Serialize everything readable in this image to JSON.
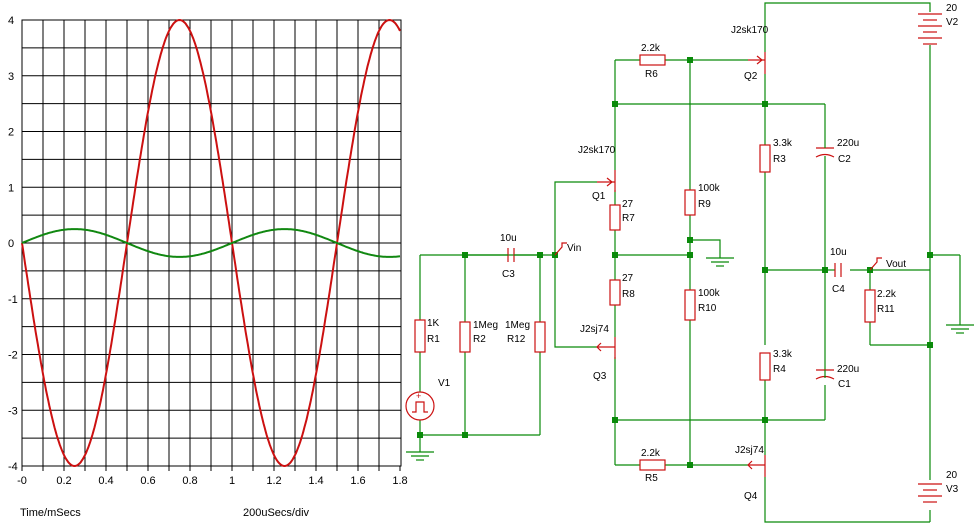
{
  "scope": {
    "x_ticks": [
      "-0",
      "0.2",
      "0.4",
      "0.6",
      "0.8",
      "1",
      "1.2",
      "1.4",
      "1.6",
      "1.8"
    ],
    "y_ticks": [
      "4",
      "3",
      "2",
      "1",
      "0",
      "-1",
      "-2",
      "-3",
      "-4"
    ],
    "x_label": "Time/mSecs",
    "div_label": "200uSecs/div",
    "colors": {
      "output": "#cc1111",
      "input": "#118811",
      "grid": "#000000"
    }
  },
  "chart_data": {
    "type": "line",
    "xlim": [
      0,
      1.8
    ],
    "ylim": [
      -4.2,
      4.2
    ],
    "series": [
      {
        "amplitude": 4.0,
        "period_ms": 1.0,
        "phase": "inverted",
        "color": "#cc1111"
      },
      {
        "amplitude": 0.25,
        "period_ms": 1.0,
        "phase": "normal",
        "color": "#118811"
      }
    ]
  },
  "schematic": {
    "R1": {
      "ref": "R1",
      "value": "1K"
    },
    "R2": {
      "ref": "R2",
      "value": "1Meg"
    },
    "R12": {
      "ref": "R12",
      "value": "1Meg"
    },
    "C3": {
      "ref": "C3",
      "value": "10u"
    },
    "V1": {
      "ref": "V1"
    },
    "vin": "Vin",
    "R6": {
      "ref": "R6",
      "value": "2.2k"
    },
    "Q2": {
      "ref": "Q2",
      "value": "J2sk170"
    },
    "Q1": {
      "ref": "Q1",
      "value": "J2sk170"
    },
    "R7": {
      "ref": "R7",
      "value": "27"
    },
    "R8": {
      "ref": "R8",
      "value": "27"
    },
    "R9": {
      "ref": "R9",
      "value": "100k"
    },
    "R10": {
      "ref": "R10",
      "value": "100k"
    },
    "Q3": {
      "ref": "Q3",
      "value": "J2sj74"
    },
    "R3": {
      "ref": "R3",
      "value": "3.3k"
    },
    "R4": {
      "ref": "R4",
      "value": "3.3k"
    },
    "C2": {
      "ref": "C2",
      "value": "220u"
    },
    "C1": {
      "ref": "C1",
      "value": "220u"
    },
    "C4": {
      "ref": "C4",
      "value": "10u"
    },
    "vout": "Vout",
    "R11": {
      "ref": "R11",
      "value": "2.2k"
    },
    "R5": {
      "ref": "R5",
      "value": "2.2k"
    },
    "Q4": {
      "ref": "Q4",
      "value": "J2sj74"
    },
    "V2": {
      "ref": "V2",
      "value": "20"
    },
    "V3": {
      "ref": "V3",
      "value": "20"
    }
  }
}
